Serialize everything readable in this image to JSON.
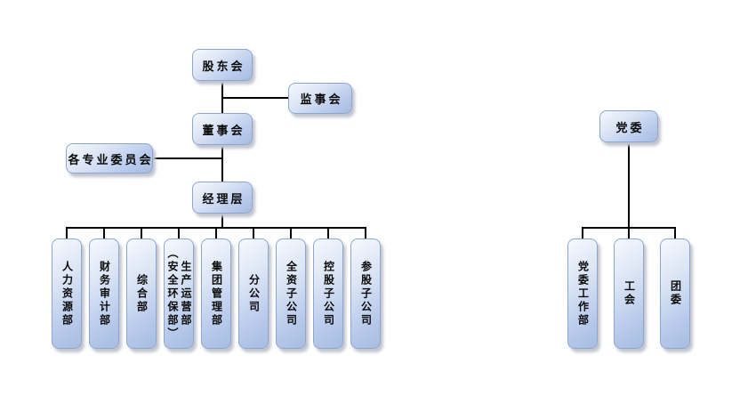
{
  "org": {
    "shareholders": "股东会",
    "supervisory_board": "监事会",
    "board_of_directors": "董事会",
    "committees": "各专业委员会",
    "management": "经理层",
    "departments": [
      {
        "label": "人力资源部"
      },
      {
        "label": "财务审计部"
      },
      {
        "label": "综合部"
      },
      {
        "label": "生产运营部\n（安全环保部）"
      },
      {
        "label": "集团管理部"
      },
      {
        "label": "分公司"
      },
      {
        "label": "全资子公司"
      },
      {
        "label": "控股子公司"
      },
      {
        "label": "参股子公司"
      }
    ],
    "party_committee": "党委",
    "party_branches": [
      {
        "label": "党委工作部"
      },
      {
        "label": "工会"
      },
      {
        "label": "团委"
      }
    ],
    "colors": {
      "box_fill_light": "#f6f9fe",
      "box_fill_dark": "#a6bce1",
      "box_border": "#8ea6cd",
      "connector": "#000000",
      "shadow": "#c2c5d0"
    }
  }
}
